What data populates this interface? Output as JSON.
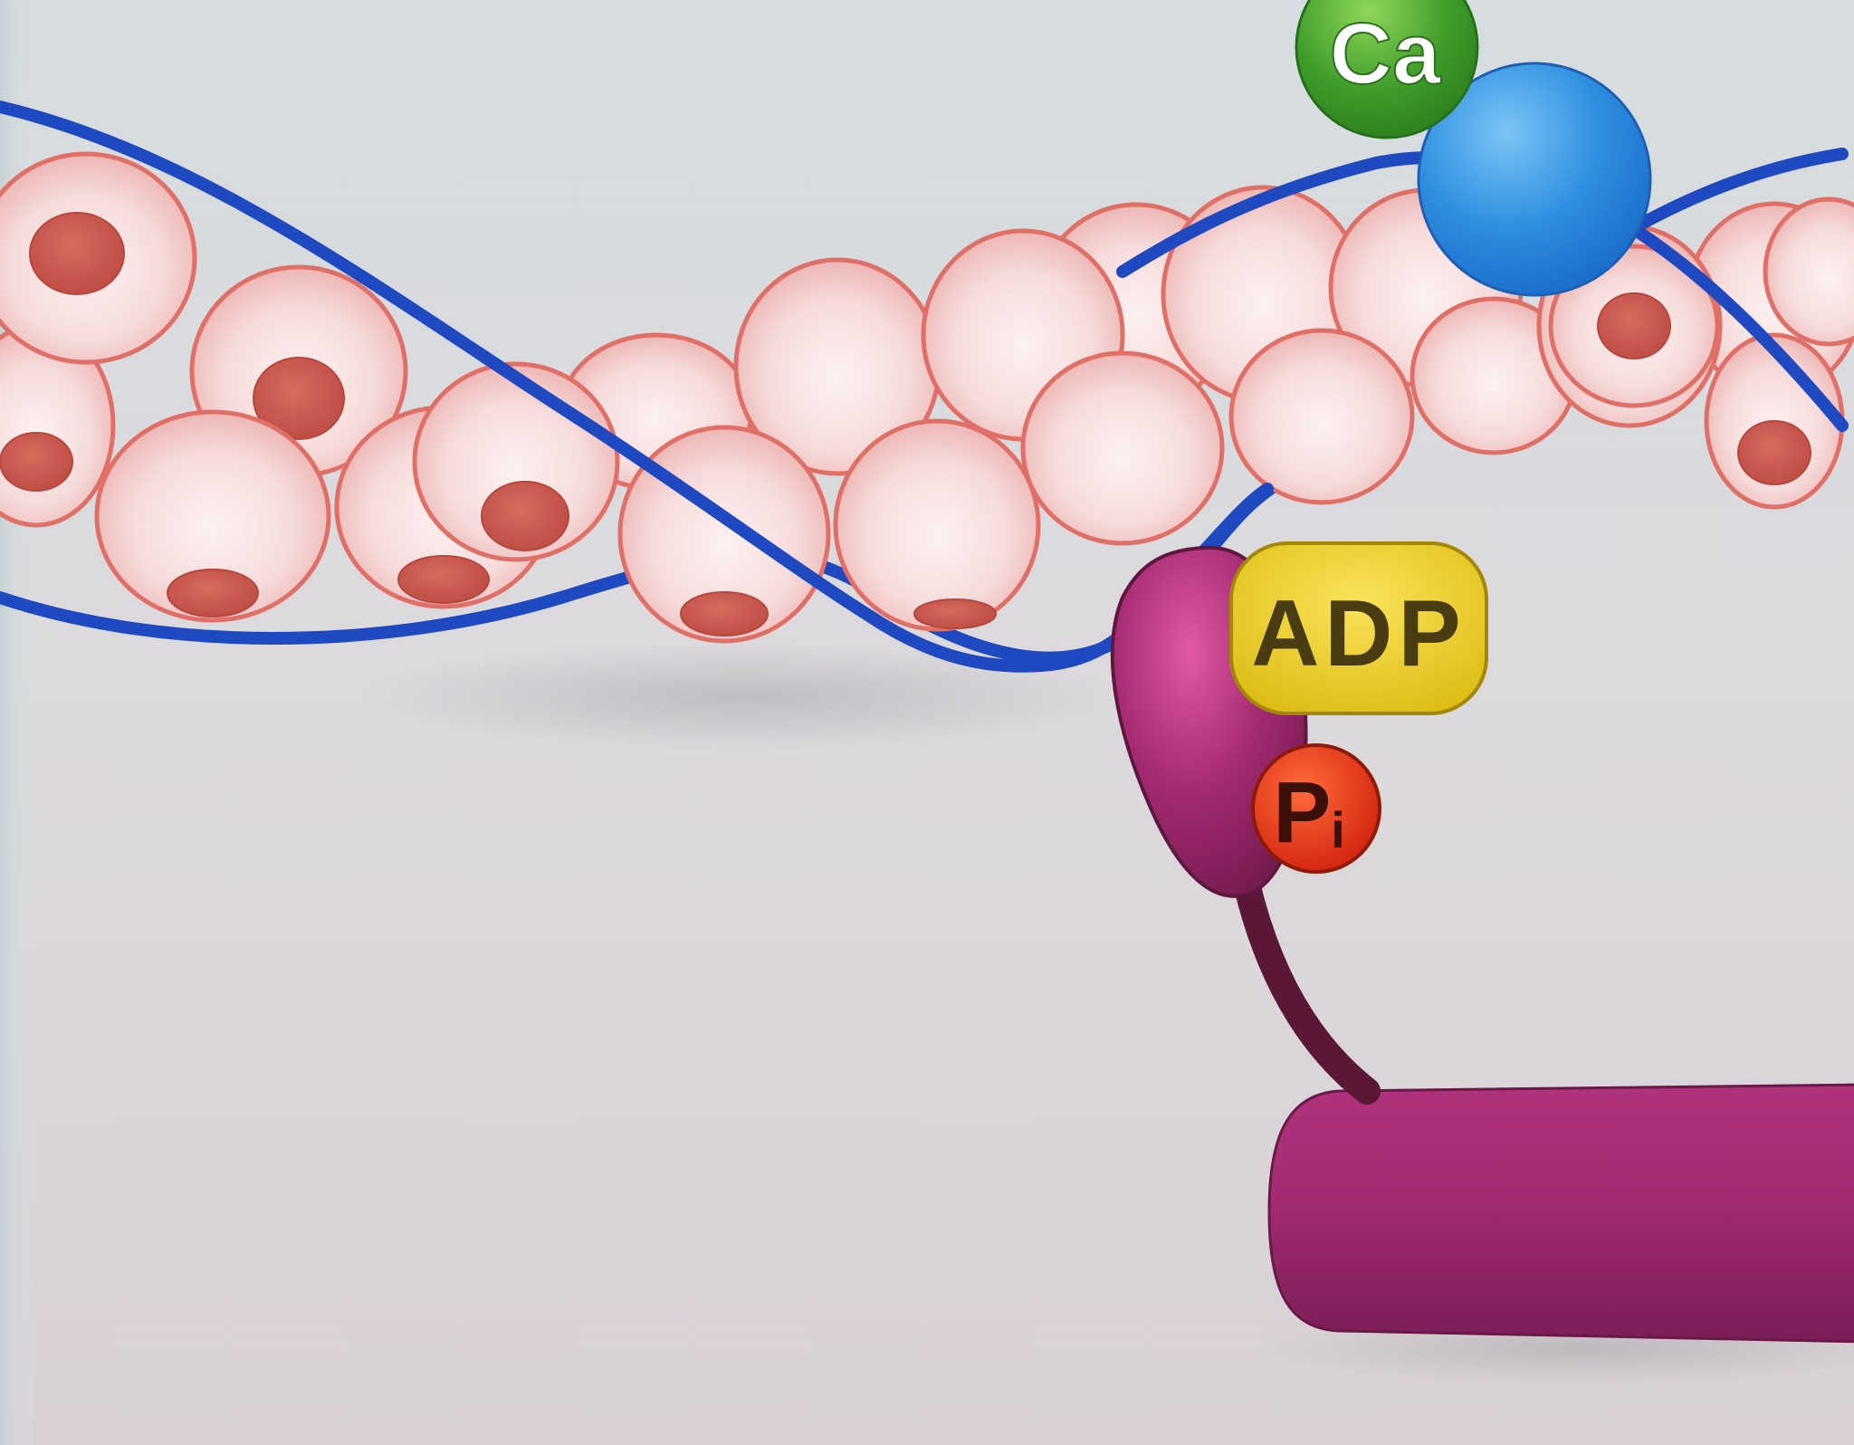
{
  "labels": {
    "calcium": "Ca",
    "adp": "ADP",
    "phosphate_main": "P",
    "phosphate_sub": "i"
  },
  "colors": {
    "background_top": "#d4dadd",
    "background_bottom": "#ddd4d8",
    "actin_fill": "#f4cfd0",
    "actin_outline": "#e07067",
    "actin_binding_site": "#c8574c",
    "tropomyosin": "#1f49c0",
    "calcium": "#3a9a28",
    "troponin": "#2f8fe4",
    "myosin": "#a3296f",
    "adp": "#efce16",
    "phosphate": "#e32a10"
  },
  "icons": {
    "actin": "actin-monomer-sphere",
    "tropomyosin": "tropomyosin-strand",
    "troponin": "troponin-sphere",
    "calcium": "calcium-ion-ball",
    "myosin_head": "myosin-head",
    "myosin_tail": "myosin-thick-filament",
    "adp": "adp-pill",
    "phosphate": "phosphate-ball"
  }
}
